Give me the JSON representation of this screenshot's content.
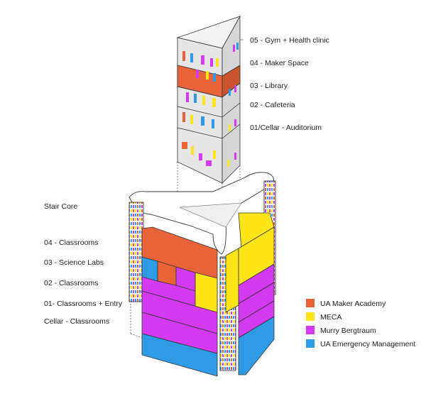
{
  "tower_labels": [
    "05 - Gym + Health clinic",
    "04 - Maker Space",
    "03 - Library",
    "02 - Cafeteria",
    "01/Cellar - Auditorium"
  ],
  "base_labels": {
    "stair_core": "Stair Core",
    "floors": [
      "04 - Classrooms",
      "03 - Science Labs",
      "02 - Classrooms",
      "01- Classrooms + Entry",
      "Cellar - Classrooms"
    ]
  },
  "legend": [
    {
      "label": "UA Maker Academy",
      "color": "#E8633A"
    },
    {
      "label": "MECA",
      "color": "#FFE41A"
    },
    {
      "label": "Murry Bergtraum",
      "color": "#D43BF0"
    },
    {
      "label": "UA Emergency Management",
      "color": "#2F9BE6"
    }
  ],
  "colors": {
    "orange": "#E8633A",
    "yellow": "#FFE41A",
    "magenta": "#D43BF0",
    "blue": "#2F9BE6",
    "tower_grey": "#E8E8E8",
    "line": "#333333"
  }
}
